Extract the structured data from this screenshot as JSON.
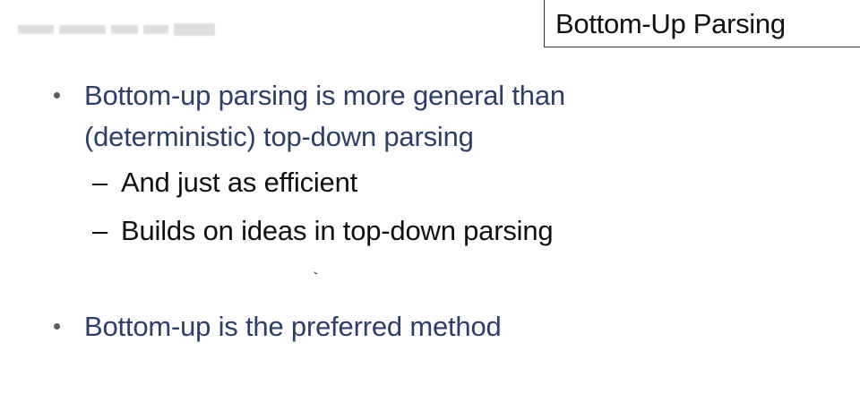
{
  "title": "Bottom-Up Parsing",
  "bullets": [
    {
      "lines": [
        "Bottom-up parsing is more general than",
        "(deterministic) top-down parsing"
      ],
      "sub_items": [
        "And just as efficient",
        "Builds on ideas in top-down parsing"
      ]
    },
    {
      "lines": [
        "Bottom-up is the preferred method"
      ],
      "sub_items": []
    }
  ],
  "colors": {
    "bullet_text": "#2d3e6b",
    "sub_text": "#111111",
    "title_text": "#111111",
    "background": "#ffffff"
  }
}
